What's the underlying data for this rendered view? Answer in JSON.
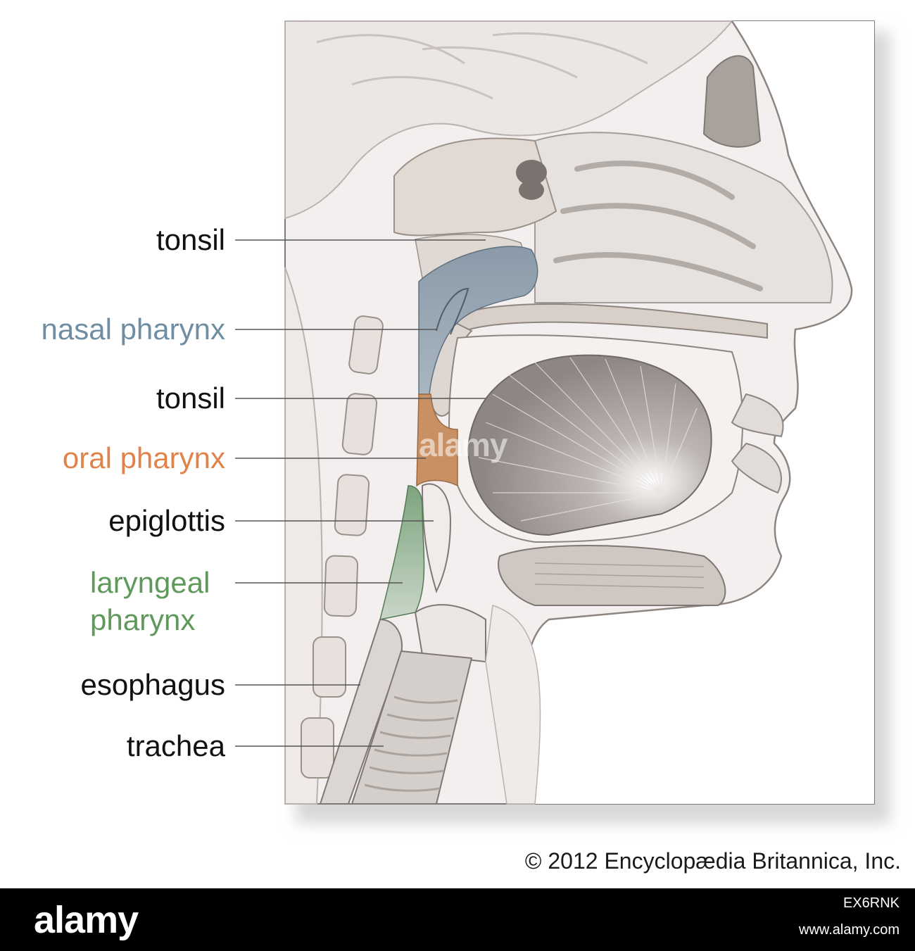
{
  "labels": {
    "tonsil_upper": "tonsil",
    "nasal_pharynx": "nasal pharynx",
    "tonsil_lower": "tonsil",
    "oral_pharynx": "oral pharynx",
    "epiglottis": "epiglottis",
    "laryngeal_pharynx_line1": "laryngeal",
    "laryngeal_pharynx_line2": "pharynx",
    "esophagus": "esophagus",
    "trachea": "trachea"
  },
  "copyright": "© 2012 Encyclopædia Britannica, Inc.",
  "watermark": "alamy",
  "footer": {
    "logo": "alamy",
    "image_id": "EX6RNK",
    "url": "www.alamy.com"
  },
  "colors": {
    "nasal_pharynx": "#6f8ea3",
    "oral_pharynx": "#e0834b",
    "laryngeal_pharynx": "#5f9a5c",
    "label_text": "#111111"
  }
}
